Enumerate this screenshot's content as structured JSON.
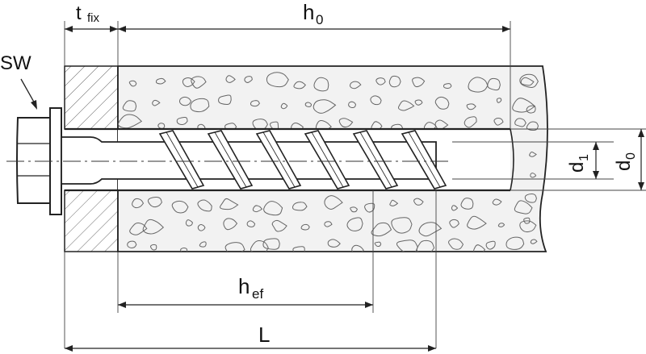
{
  "labels": {
    "tfix_main": "t",
    "tfix_sub": "fix",
    "h0_main": "h",
    "h0_sub": "0",
    "sw": "SW",
    "d1_main": "d",
    "d1_sub": "1",
    "d0_main": "d",
    "d0_sub": "0",
    "hef_main": "h",
    "hef_sub": "ef",
    "L": "L"
  },
  "colors": {
    "line": "#222222",
    "concrete_bg": "#f0f0f0",
    "aggregate": "#555555",
    "bolt": "#ffffff"
  }
}
